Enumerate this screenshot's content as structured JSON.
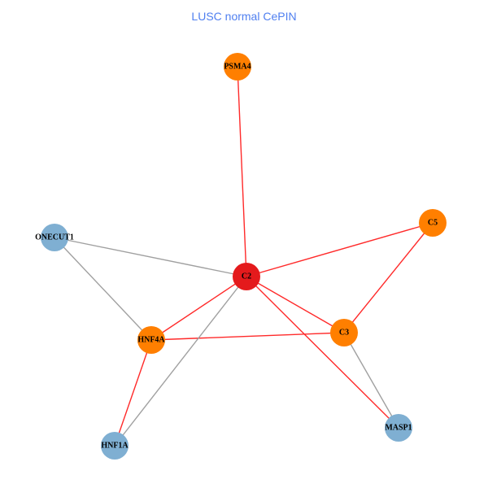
{
  "title": "LUSC normal CePIN",
  "colors": {
    "hub": "#e41a1c",
    "orange": "#ff7f00",
    "blue": "#7fafd2",
    "edge_red": "#ff2a2a",
    "edge_gray": "#a0a0a0"
  },
  "nodes": [
    {
      "id": "PSMA4",
      "group": "orange"
    },
    {
      "id": "C5",
      "group": "orange"
    },
    {
      "id": "ONECUT1",
      "group": "blue"
    },
    {
      "id": "C2",
      "group": "hub"
    },
    {
      "id": "C3",
      "group": "orange"
    },
    {
      "id": "HNF4A",
      "group": "orange"
    },
    {
      "id": "HNF1A",
      "group": "blue"
    },
    {
      "id": "MASP1",
      "group": "blue"
    }
  ],
  "edges": [
    {
      "source": "PSMA4",
      "target": "C2",
      "type": "edge_red"
    },
    {
      "source": "C2",
      "target": "C5",
      "type": "edge_red"
    },
    {
      "source": "C5",
      "target": "C3",
      "type": "edge_red"
    },
    {
      "source": "C2",
      "target": "C3",
      "type": "edge_red"
    },
    {
      "source": "C2",
      "target": "MASP1",
      "type": "edge_red"
    },
    {
      "source": "C2",
      "target": "HNF4A",
      "type": "edge_red"
    },
    {
      "source": "HNF4A",
      "target": "C3",
      "type": "edge_red"
    },
    {
      "source": "HNF4A",
      "target": "HNF1A",
      "type": "edge_red"
    },
    {
      "source": "ONECUT1",
      "target": "C2",
      "type": "edge_gray"
    },
    {
      "source": "ONECUT1",
      "target": "HNF4A",
      "type": "edge_gray"
    },
    {
      "source": "C2",
      "target": "HNF1A",
      "type": "edge_gray"
    },
    {
      "source": "C3",
      "target": "MASP1",
      "type": "edge_gray"
    }
  ]
}
